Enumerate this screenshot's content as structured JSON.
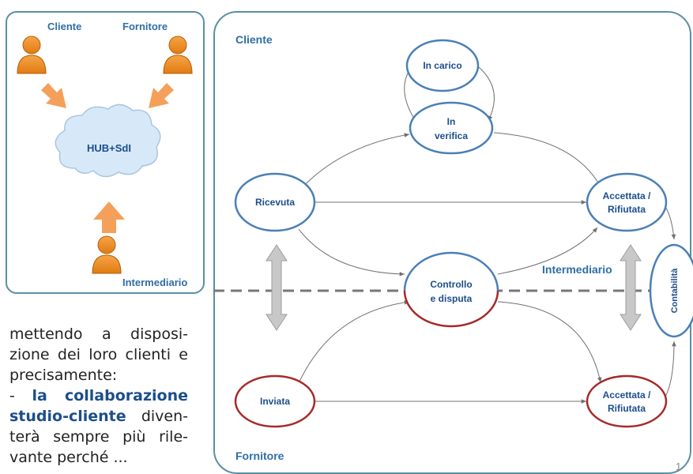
{
  "left_panel": {
    "client_label": "Cliente",
    "supplier_label": "Fornitore",
    "hub_label": "HUB+SdI",
    "intermediary_label": "Intermediario"
  },
  "flow": {
    "zone_client": "Cliente",
    "zone_supplier": "Fornitore",
    "zone_intermediary": "Intermediario",
    "states": {
      "received": "Ricevuta",
      "in_charge": "In carico",
      "verify_line1": "In",
      "verify_line2": "verifica",
      "control_line1": "Controllo",
      "control_line2": "e disputa",
      "accepted_top_line1": "Accettata /",
      "accepted_top_line2": "Rifiutata",
      "sent": "Inviata",
      "accepted_bottom_line1": "Accettata /",
      "accepted_bottom_line2": "Rifiutata",
      "accounting": "Contabilità"
    }
  },
  "article": {
    "text_before": "mettendo a disposi-zione dei loro clienti e precisamente:",
    "dash": "- ",
    "bold": "la collaborazione studio-cliente",
    "text_after": " diven-terà sempre più rile-vante perché ..."
  },
  "page_number": "1",
  "colors": {
    "border_blue": "#5b8fa6",
    "node_blue": "#4a7fb8",
    "node_red": "#a52a2a",
    "person_orange": "#f08c1e",
    "arrow_orange": "#f5a05a",
    "cloud_fill": "#d7e9f8",
    "dashed_line": "#777777"
  }
}
